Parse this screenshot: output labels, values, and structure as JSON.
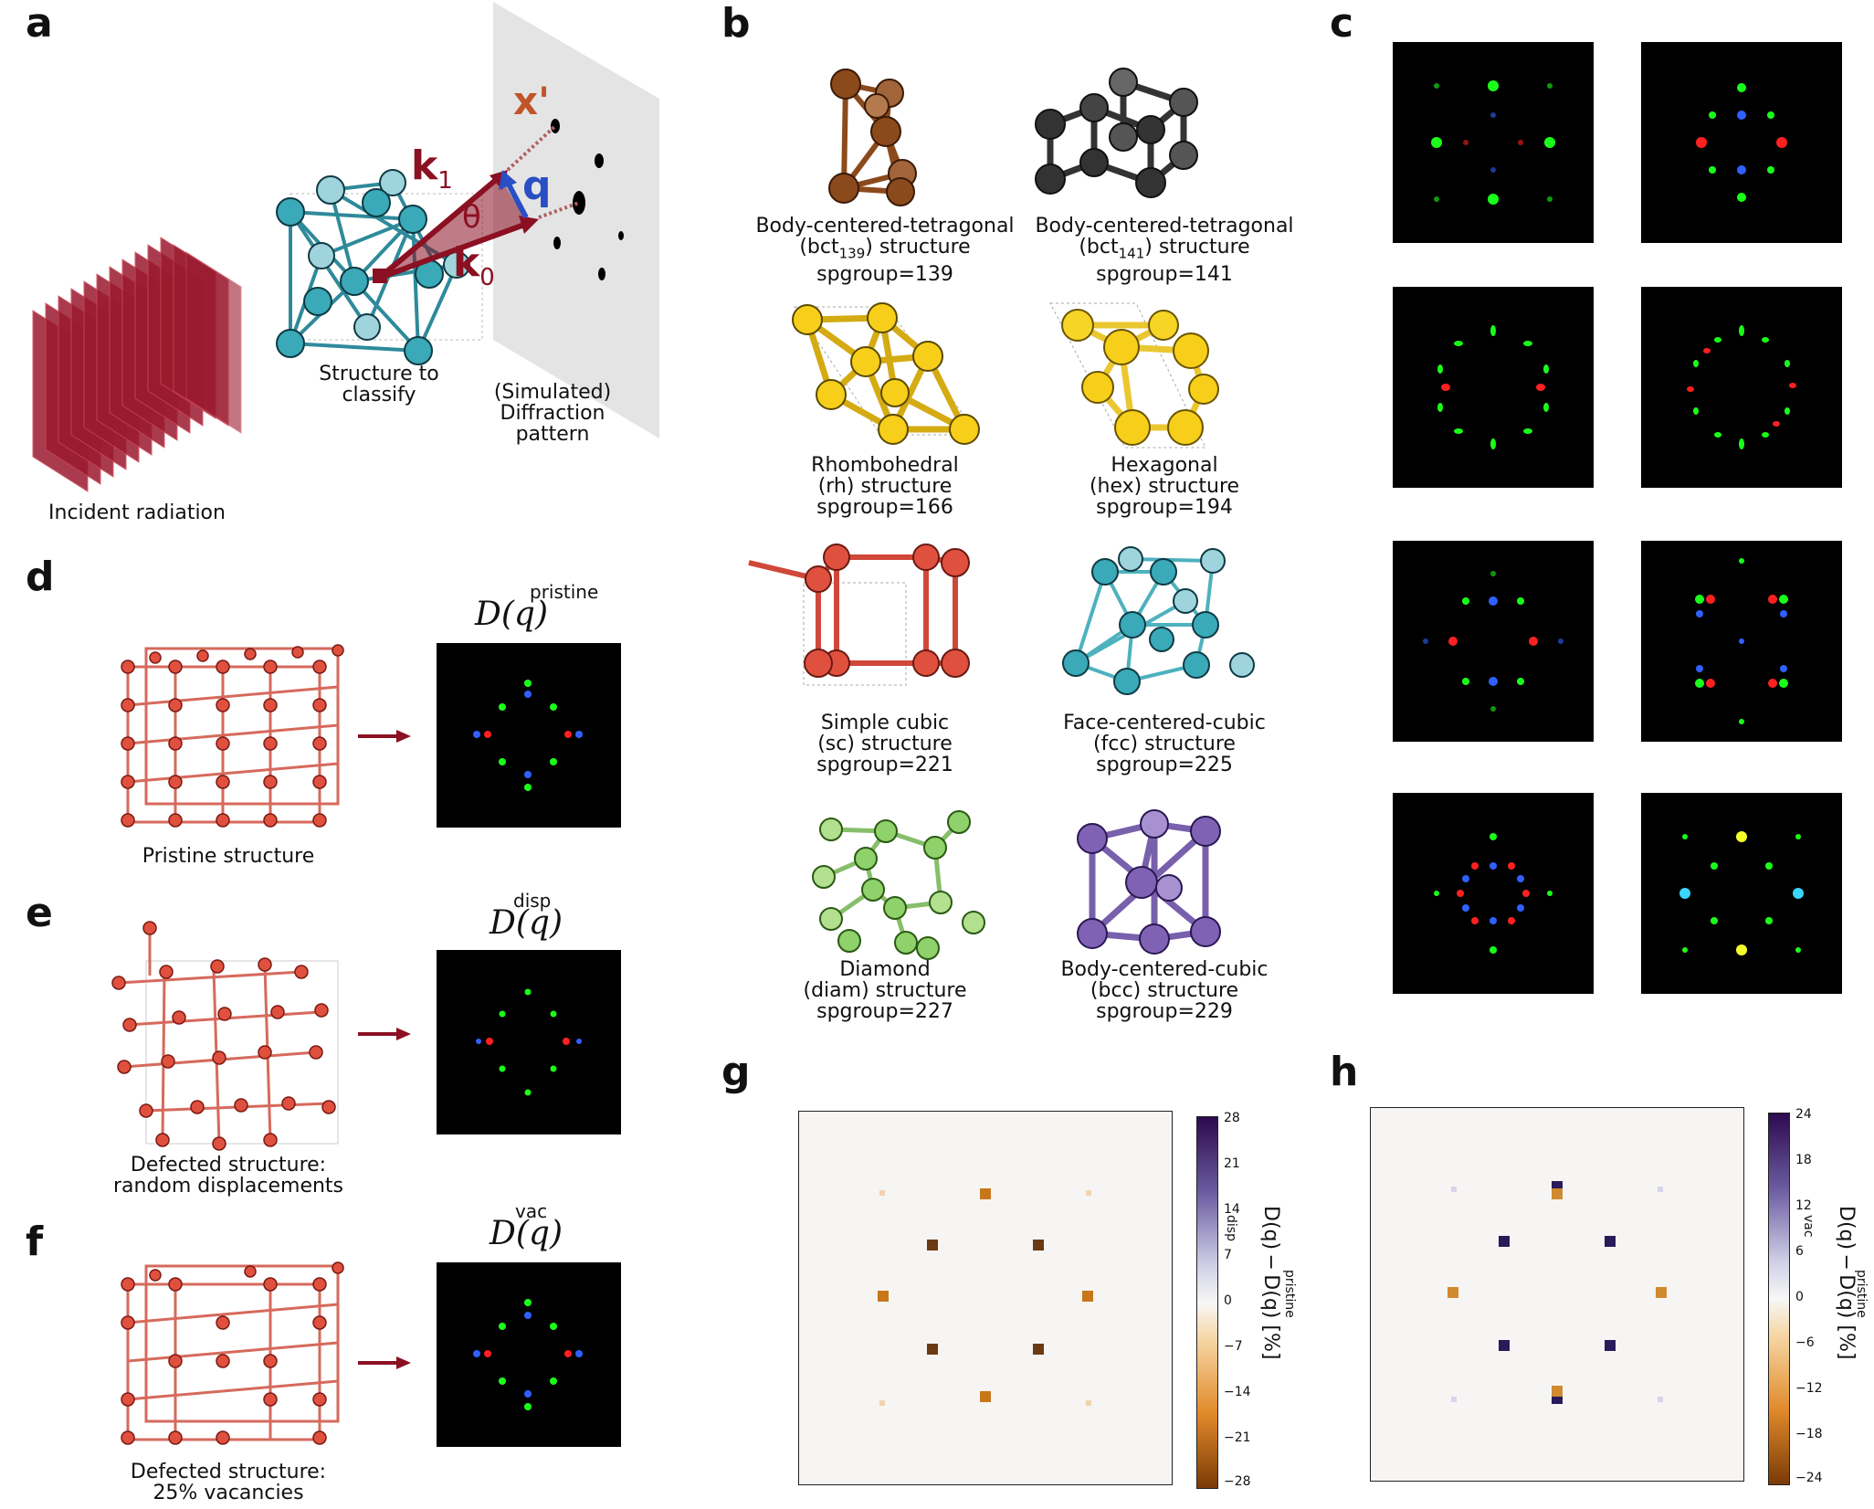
{
  "panels": {
    "a": "a",
    "b": "b",
    "c": "c",
    "d": "d",
    "e": "e",
    "f": "f",
    "g": "g",
    "h": "h"
  },
  "panel_a": {
    "incident": "Incident radiation",
    "structure": [
      "Structure to",
      "classify"
    ],
    "diffraction": [
      "(Simulated)",
      "Diffraction",
      "pattern"
    ],
    "k1": "k",
    "k1_sub": "1",
    "k0": "k",
    "k0_sub": "0",
    "q": "q",
    "theta": "θ",
    "xprime": "x'"
  },
  "panel_b": {
    "structures": [
      {
        "name": "Body-centered-tetragonal",
        "abbr_pre": "(bct",
        "abbr_sub": "139",
        "abbr_post": ") structure",
        "sg": "spgroup=139",
        "color": "#8b4a1c"
      },
      {
        "name": "Body-centered-tetragonal",
        "abbr_pre": "(bct",
        "abbr_sub": "141",
        "abbr_post": ") structure",
        "sg": "spgroup=141",
        "color": "#333333"
      },
      {
        "name": "Rhombohedral",
        "abbr": "(rh) structure",
        "sg": "spgroup=166",
        "color": "#f0c419"
      },
      {
        "name": "Hexagonal",
        "abbr": "(hex) structure",
        "sg": "spgroup=194",
        "color": "#f7cf1a"
      },
      {
        "name": "Simple cubic",
        "abbr": "(sc) structure",
        "sg": "spgroup=221",
        "color": "#e0503f"
      },
      {
        "name": "Face-centered-cubic",
        "abbr": "(fcc) structure",
        "sg": "spgroup=225",
        "color": "#3aa9b8"
      },
      {
        "name": "Diamond",
        "abbr": "(diam) structure",
        "sg": "spgroup=227",
        "color": "#8fd16a"
      },
      {
        "name": "Body-centered-cubic",
        "abbr": "(bcc) structure",
        "sg": "spgroup=229",
        "color": "#8062b5"
      }
    ]
  },
  "panel_d": {
    "caption": "Pristine structure",
    "label": "D(q)",
    "super": "pristine"
  },
  "panel_e": {
    "caption": [
      "Defected structure:",
      "random displacements"
    ],
    "label": "D(q)",
    "super": "disp"
  },
  "panel_f": {
    "caption": [
      "Defected structure:",
      "25% vacancies"
    ],
    "label": "D(q)",
    "super": "vac"
  },
  "panel_g": {
    "colorbar_ticks": [
      "28",
      "21",
      "14",
      "7",
      "0",
      "−7",
      "−14",
      "−21",
      "−28"
    ],
    "colorbar_label": "D(q) − D(q) [%]",
    "sup1": "disp",
    "sup2": "pristine"
  },
  "panel_h": {
    "colorbar_ticks": [
      "24",
      "18",
      "12",
      "6",
      "0",
      "−6",
      "−12",
      "−18",
      "−24"
    ],
    "colorbar_label": "D(q) − D(q) [%]",
    "sup1": "vac",
    "sup2": "pristine"
  },
  "colors": {
    "arrow": "#8b1022",
    "q_arrow": "#2a4fc4",
    "xprime": "#c0552a",
    "sheet": "#9a1a2e"
  }
}
